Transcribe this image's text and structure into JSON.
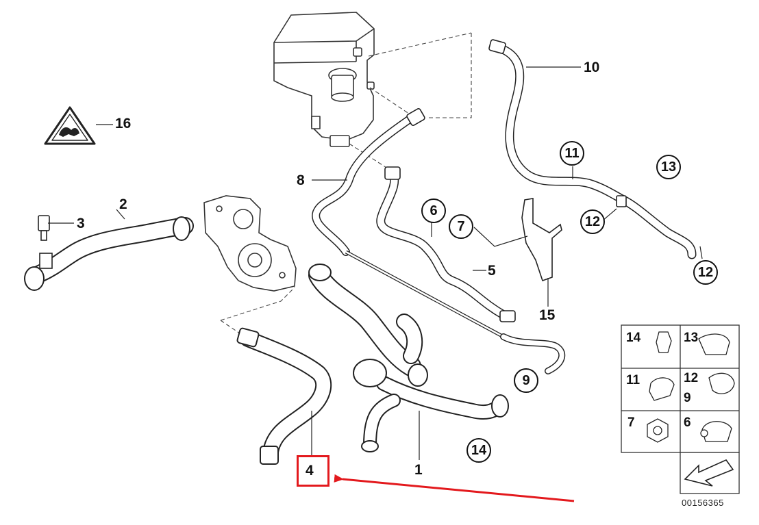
{
  "labels": {
    "l1": "1",
    "l2": "2",
    "l3": "3",
    "l4": "4",
    "l5": "5",
    "l6": "6",
    "l7": "7",
    "l8": "8",
    "l9": "9",
    "l10": "10",
    "l11": "11",
    "l12a": "12",
    "l12b": "12",
    "l13": "13",
    "l14": "14",
    "l15": "15",
    "l16": "16"
  },
  "legend": {
    "c14": "14",
    "c13": "13",
    "c11": "11",
    "c12": "12",
    "c9": "9",
    "c7": "7",
    "c6": "6"
  },
  "ref_number": "00156365",
  "highlight": {
    "part": "4",
    "color": "#e3191d"
  },
  "icons": [
    "warning-hot-coolant-icon",
    "arrow-icon"
  ]
}
